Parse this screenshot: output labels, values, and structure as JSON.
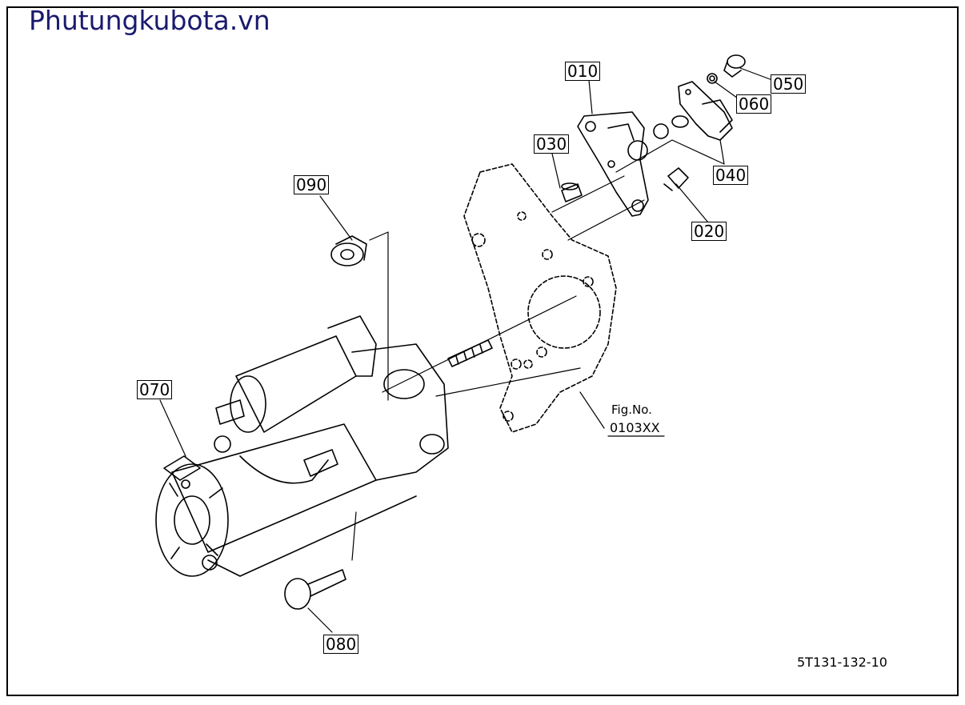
{
  "watermark": {
    "text": "Phutungkubota.vn",
    "color": "#1a1a6e"
  },
  "callouts": [
    "010",
    "020",
    "030",
    "040",
    "050",
    "060",
    "070",
    "080",
    "090"
  ],
  "fig_ref": {
    "line1": "Fig.No.",
    "line2": "0103XX"
  },
  "drawing_number": "5T131-132-10",
  "colors": {
    "line": "#000000",
    "background": "#ffffff",
    "frame": "#000000"
  }
}
